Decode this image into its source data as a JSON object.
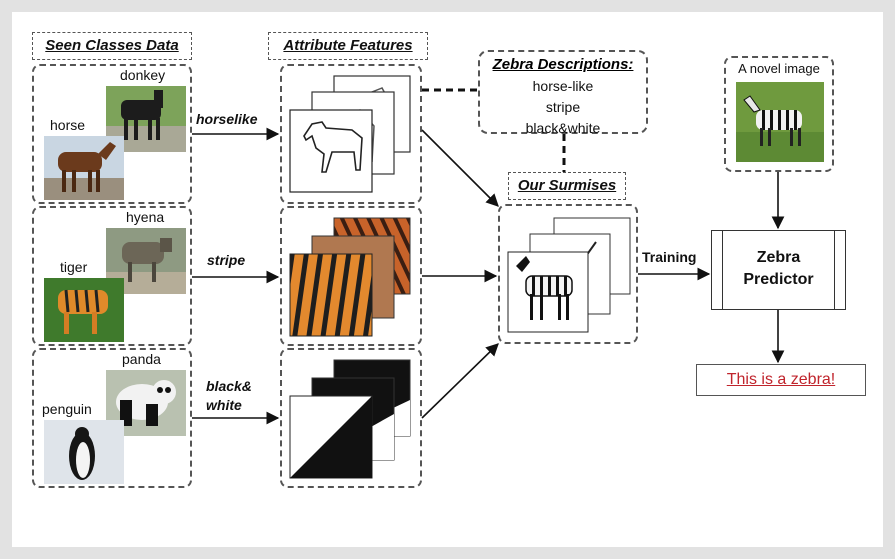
{
  "headers": {
    "seen_classes": "Seen Classes Data",
    "attribute_features": "Attribute Features",
    "zebra_descriptions": "Zebra Descriptions:",
    "our_surmises": "Our Surmises"
  },
  "seen_classes": [
    {
      "top_label": "donkey",
      "bottom_label": "horse"
    },
    {
      "top_label": "hyena",
      "bottom_label": "tiger"
    },
    {
      "top_label": "panda",
      "bottom_label": "penguin"
    }
  ],
  "attributes": {
    "horselike": "horselike",
    "stripe": "stripe",
    "black_white_1": "black&",
    "black_white_2": "white"
  },
  "zebra_descriptions": [
    "horse-like",
    "stripe",
    "black&white"
  ],
  "novel_image_label": "A novel image",
  "training_label": "Training",
  "predictor": {
    "line1": "Zebra",
    "line2": "Predictor"
  },
  "result": "This is a zebra!",
  "colors": {
    "result_text": "#c0242c",
    "dash_border": "#555555"
  },
  "icons": [
    "horse-outline-icon",
    "zebra-icon",
    "tiger-stripe-icon",
    "black-white-triangle-icon"
  ]
}
